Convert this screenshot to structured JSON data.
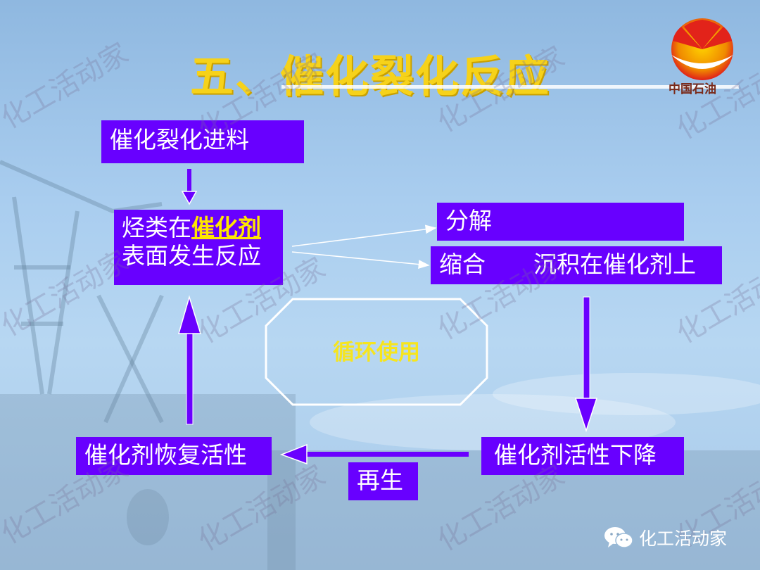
{
  "slide": {
    "title": "五、催化裂化反应",
    "logo": {
      "icon": "petrochina-sunflower-logo",
      "text": "中国石油"
    }
  },
  "diagram": {
    "feed": "催化裂化进料",
    "reaction_line1_prefix": "烃类在",
    "reaction_line1_highlight": "催化剂",
    "reaction_line2": "表面发生反应",
    "decomposition": "分解",
    "condensation": "缩合",
    "deposit": "沉积在催化剂上",
    "cycle": "循环使用",
    "activity_drop": "催化剂活性下降",
    "regeneration": "再生",
    "activity_restore": "催化剂恢复活性"
  },
  "watermark": {
    "text": "化工活动家"
  },
  "footer": {
    "icon": "wechat-icon",
    "label": "化工活动家"
  },
  "colors": {
    "box_fill": "#6800ff",
    "title": "#f6d21a",
    "highlight": "#ffe600",
    "arrow": "#6a00ff"
  }
}
